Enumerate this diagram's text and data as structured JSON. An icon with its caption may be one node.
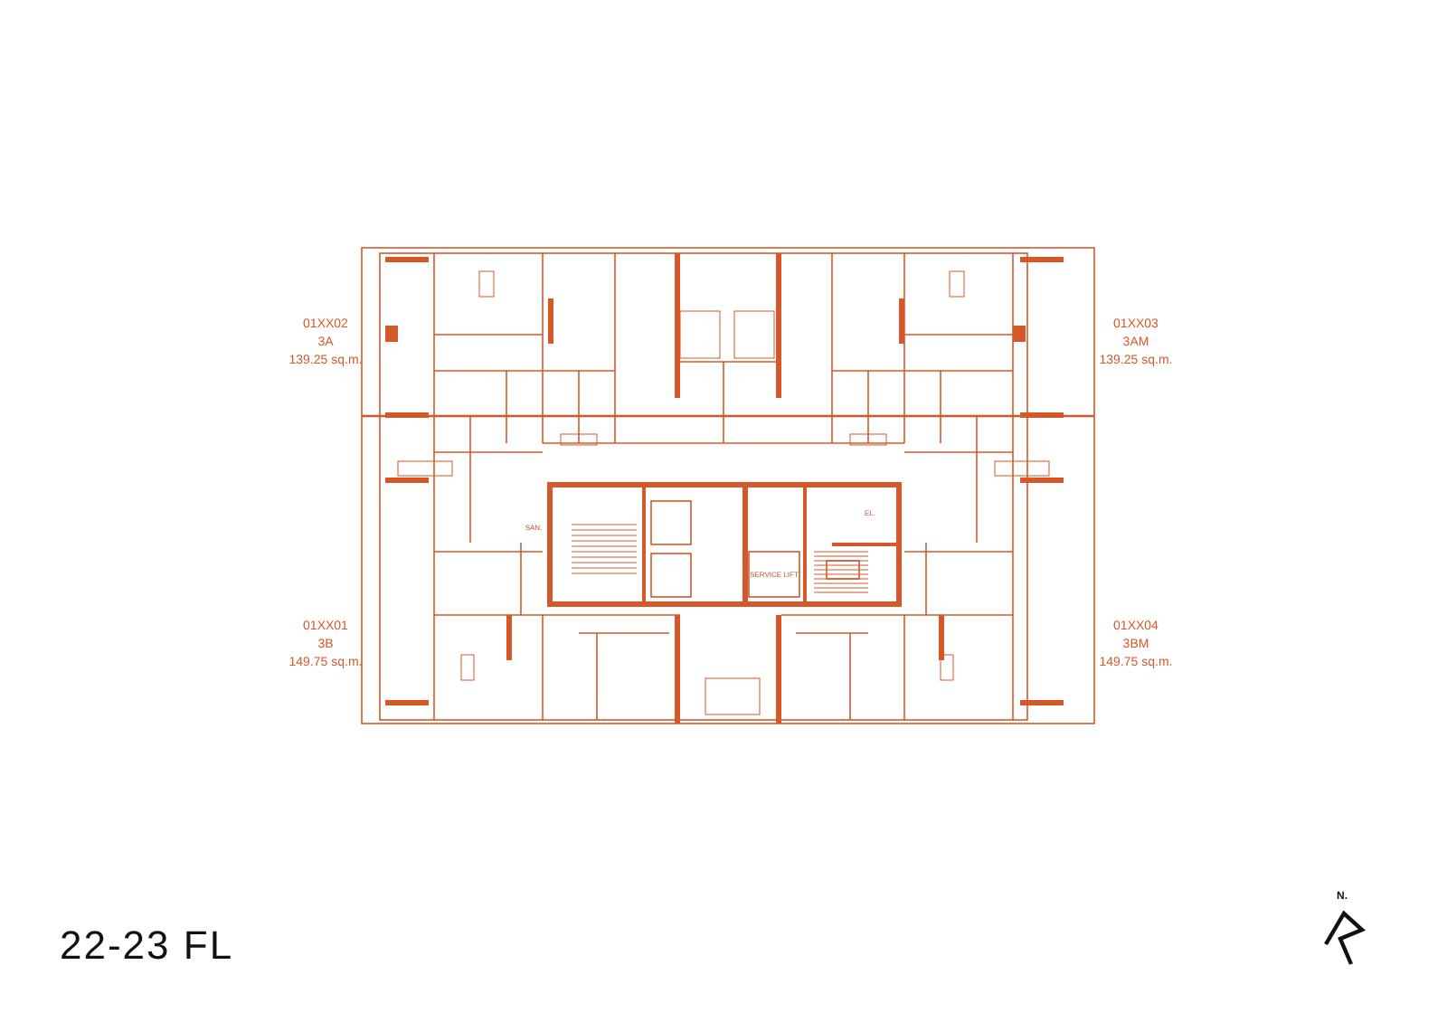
{
  "diagram": {
    "title": "22-23 FL",
    "labels": [
      "01XX02",
      "3A",
      "139.25 sq.m.",
      "01XX03",
      "3AM",
      "139.25 sq.m.",
      "01XX01",
      "3B",
      "149.75 sq.m.",
      "01XX04",
      "3BM",
      "149.75 sq.m.",
      "SAN.",
      "SERVICE LIFT",
      "EL.",
      "N."
    ]
  }
}
